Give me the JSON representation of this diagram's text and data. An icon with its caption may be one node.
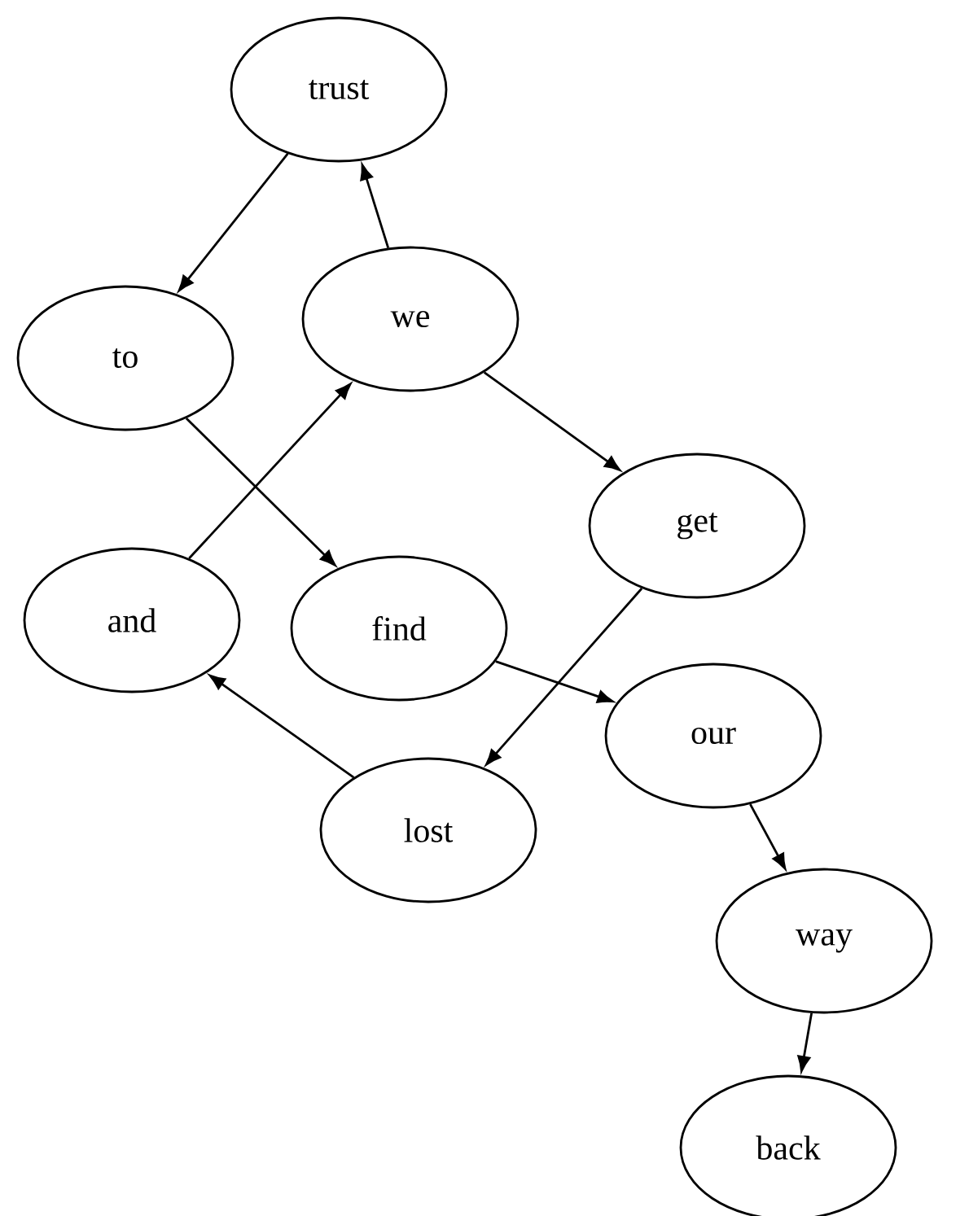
{
  "diagram": {
    "nodes": [
      {
        "text": [
          "trust"
        ]
      },
      {
        "text": [
          "to"
        ]
      },
      {
        "text": [
          "we"
        ]
      },
      {
        "text": [
          "get"
        ]
      },
      {
        "text": [
          "and"
        ]
      },
      {
        "text": [
          "find"
        ]
      },
      {
        "text": [
          "our"
        ]
      },
      {
        "text": [
          "lost"
        ]
      },
      {
        "text": [
          "way"
        ]
      },
      {
        "text": [
          "back"
        ]
      }
    ],
    "edges": [
      {
        "from": 0,
        "to": 1,
        "arrow": "to"
      },
      {
        "from": 2,
        "to": 0,
        "arrow": "to"
      },
      {
        "from": 2,
        "to": 3,
        "arrow": "to"
      },
      {
        "from": 1,
        "to": 5,
        "arrow": "to"
      },
      {
        "from": 4,
        "to": 2,
        "arrow": "to"
      },
      {
        "from": 3,
        "to": 7,
        "arrow": "to"
      },
      {
        "from": 7,
        "to": 4,
        "arrow": "to"
      },
      {
        "from": 5,
        "to": 6,
        "arrow": "to"
      },
      {
        "from": 6,
        "to": 8,
        "arrow": "to"
      },
      {
        "from": 8,
        "to": 9,
        "arrow": "to"
      }
    ]
  }
}
